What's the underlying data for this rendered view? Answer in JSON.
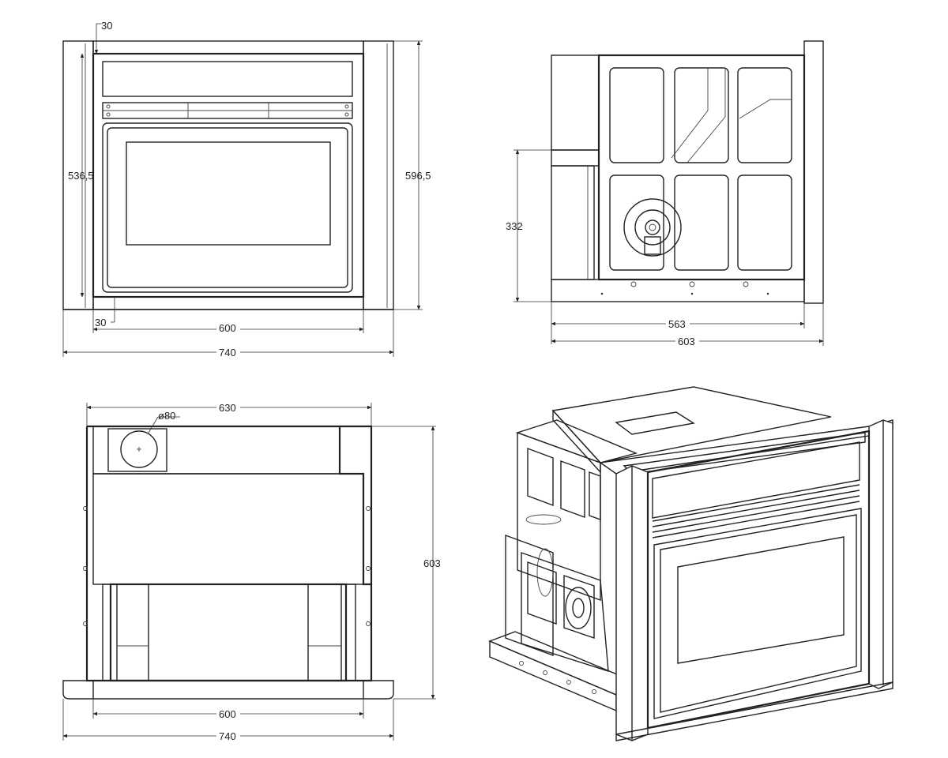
{
  "views": {
    "front": {
      "dims": {
        "top_gap": "30",
        "bottom_gap": "30",
        "door_height": "536,5",
        "total_height": "596,5",
        "inner_width": "600",
        "total_width": "740"
      }
    },
    "side": {
      "dims": {
        "height": "332",
        "depth_inner": "563",
        "depth_total": "603"
      }
    },
    "top": {
      "dims": {
        "width": "630",
        "vent_diameter": "ø80",
        "depth": "603",
        "inner_width": "600",
        "total_width": "740"
      }
    }
  },
  "colors": {
    "line": "#222222",
    "background": "#ffffff"
  }
}
